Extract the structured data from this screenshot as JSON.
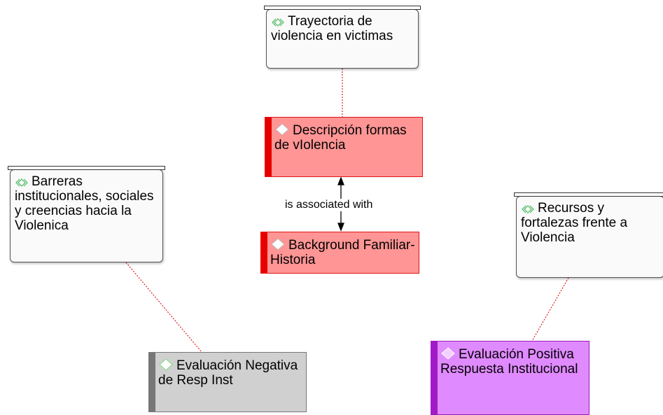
{
  "family_nodes": [
    {
      "id": "trayectoria",
      "label": "Trayectoria de violencia en victimas"
    },
    {
      "id": "barreras",
      "label": "Barreras institucionales, sociales  y creencias  hacia la Violenica"
    },
    {
      "id": "recursos",
      "label": "Recursos y fortalezas frente a Violencia"
    }
  ],
  "code_nodes": [
    {
      "id": "descripcion",
      "label": "Descripción formas de vIolencia",
      "color": "#ff9595"
    },
    {
      "id": "background",
      "label": "Background Familiar-Historia",
      "color": "#ff9595"
    },
    {
      "id": "eval_neg",
      "label": "Evaluación Negativa de Resp Inst",
      "color": "#d0d0d0"
    },
    {
      "id": "eval_pos",
      "label": "Evaluación Positiva Respuesta Institucional",
      "color": "#e08aff"
    }
  ],
  "relations": [
    {
      "label": "is associated with"
    }
  ],
  "icons": {
    "family": "network-family-icon",
    "code": "diamond-code-icon",
    "link_color": "#e02020"
  }
}
